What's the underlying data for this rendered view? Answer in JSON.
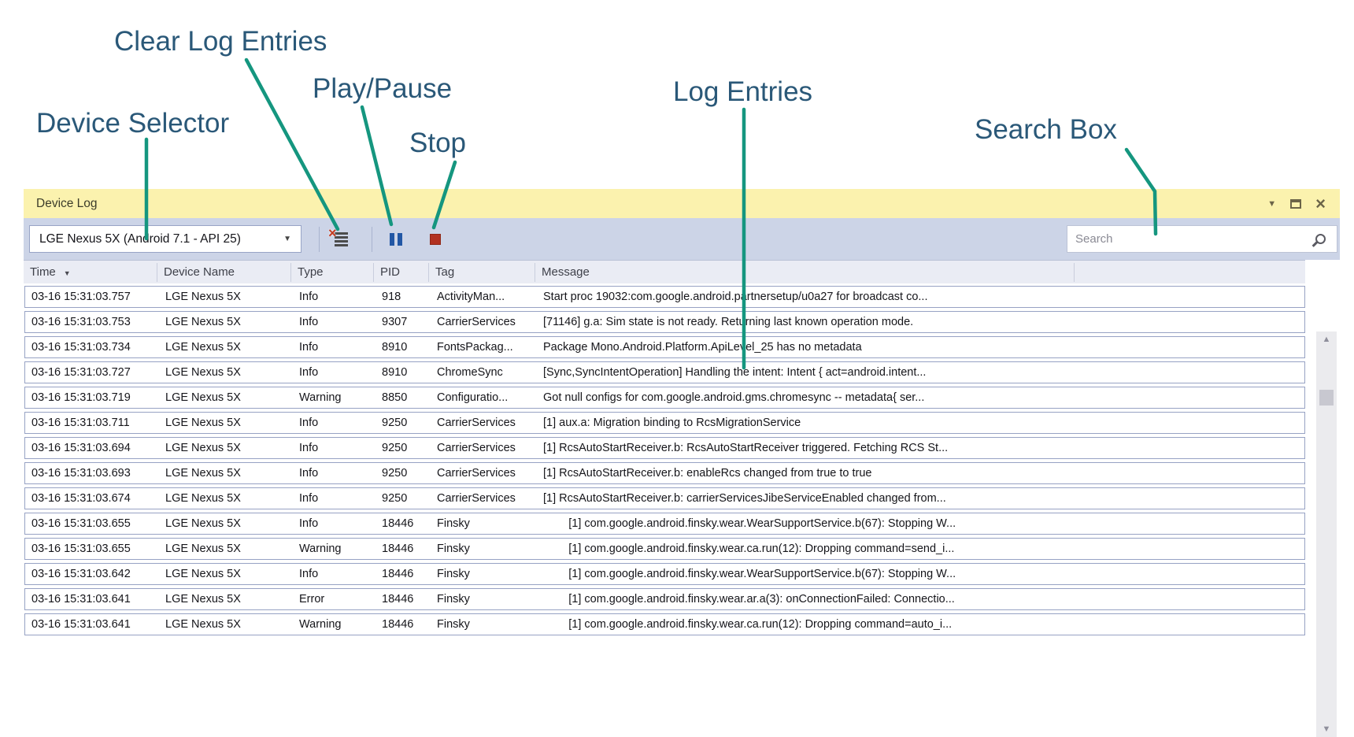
{
  "annotations": {
    "clear_log_entries": "Clear Log Entries",
    "play_pause": "Play/Pause",
    "device_selector": "Device Selector",
    "stop": "Stop",
    "log_entries": "Log Entries",
    "search_box": "Search Box"
  },
  "window": {
    "title": "Device Log",
    "controls": {
      "position_menu": "▼",
      "close": "×"
    }
  },
  "toolbar": {
    "device_selector": {
      "value": "LGE Nexus 5X (Android 7.1 - API 25)",
      "caret": "▼"
    },
    "search": {
      "placeholder": "Search"
    }
  },
  "icons": {
    "clear_log_icon": "list-with-red-x",
    "pause_icon": "two-blue-bars",
    "stop_icon": "red-square",
    "search_icon": "magnifier",
    "sort_desc": "▼",
    "scroll_up": "▲",
    "scroll_down": "▼"
  },
  "table": {
    "columns": [
      {
        "key": "time",
        "label": "Time",
        "sorted": "desc"
      },
      {
        "key": "device",
        "label": "Device Name"
      },
      {
        "key": "type",
        "label": "Type"
      },
      {
        "key": "pid",
        "label": "PID"
      },
      {
        "key": "tag",
        "label": "Tag"
      },
      {
        "key": "message",
        "label": "Message"
      }
    ],
    "rows": [
      {
        "time": "03-16 15:31:03.757",
        "device": "LGE Nexus 5X",
        "type": "Info",
        "pid": "918",
        "tag": "ActivityMan...",
        "message": "Start proc 19032:com.google.android.partnersetup/u0a27 for broadcast co..."
      },
      {
        "time": "03-16 15:31:03.753",
        "device": "LGE Nexus 5X",
        "type": "Info",
        "pid": "9307",
        "tag": "CarrierServices",
        "message": "[71146] g.a: Sim state is not ready. Returning last known operation mode."
      },
      {
        "time": "03-16 15:31:03.734",
        "device": "LGE Nexus 5X",
        "type": "Info",
        "pid": "8910",
        "tag": "FontsPackag...",
        "message": "Package Mono.Android.Platform.ApiLevel_25 has no metadata"
      },
      {
        "time": "03-16 15:31:03.727",
        "device": "LGE Nexus 5X",
        "type": "Info",
        "pid": "8910",
        "tag": "ChromeSync",
        "message": "[Sync,SyncIntentOperation] Handling the intent: Intent { act=android.intent..."
      },
      {
        "time": "03-16 15:31:03.719",
        "device": "LGE Nexus 5X",
        "type": "Warning",
        "pid": "8850",
        "tag": "Configuratio...",
        "message": "Got null configs for com.google.android.gms.chromesync -- metadata{ ser..."
      },
      {
        "time": "03-16 15:31:03.711",
        "device": "LGE Nexus 5X",
        "type": "Info",
        "pid": "9250",
        "tag": "CarrierServices",
        "message": "[1] aux.a: Migration binding to RcsMigrationService"
      },
      {
        "time": "03-16 15:31:03.694",
        "device": "LGE Nexus 5X",
        "type": "Info",
        "pid": "9250",
        "tag": "CarrierServices",
        "message": "[1] RcsAutoStartReceiver.b: RcsAutoStartReceiver triggered. Fetching RCS St..."
      },
      {
        "time": "03-16 15:31:03.693",
        "device": "LGE Nexus 5X",
        "type": "Info",
        "pid": "9250",
        "tag": "CarrierServices",
        "message": "[1] RcsAutoStartReceiver.b: enableRcs changed from true to true"
      },
      {
        "time": "03-16 15:31:03.674",
        "device": "LGE Nexus 5X",
        "type": "Info",
        "pid": "9250",
        "tag": "CarrierServices",
        "message": "[1] RcsAutoStartReceiver.b: carrierServicesJibeServiceEnabled changed from..."
      },
      {
        "time": "03-16 15:31:03.655",
        "device": "LGE Nexus 5X",
        "type": "Info",
        "pid": "18446",
        "tag": "Finsky",
        "message": "        [1] com.google.android.finsky.wear.WearSupportService.b(67): Stopping W..."
      },
      {
        "time": "03-16 15:31:03.655",
        "device": "LGE Nexus 5X",
        "type": "Warning",
        "pid": "18446",
        "tag": "Finsky",
        "message": "        [1] com.google.android.finsky.wear.ca.run(12): Dropping command=send_i..."
      },
      {
        "time": "03-16 15:31:03.642",
        "device": "LGE Nexus 5X",
        "type": "Info",
        "pid": "18446",
        "tag": "Finsky",
        "message": "        [1] com.google.android.finsky.wear.WearSupportService.b(67): Stopping W..."
      },
      {
        "time": "03-16 15:31:03.641",
        "device": "LGE Nexus 5X",
        "type": "Error",
        "pid": "18446",
        "tag": "Finsky",
        "message": "        [1] com.google.android.finsky.wear.ar.a(3): onConnectionFailed: Connectio..."
      },
      {
        "time": "03-16 15:31:03.641",
        "device": "LGE Nexus 5X",
        "type": "Warning",
        "pid": "18446",
        "tag": "Finsky",
        "message": "        [1] com.google.android.finsky.wear.ca.run(12): Dropping command=auto_i..."
      }
    ]
  },
  "colors": {
    "annotation_text": "#2a5878",
    "arrow": "#15967f",
    "titlebar_bg": "#fbf2ae",
    "toolbar_bg": "#ccd4e7",
    "header_bg": "#eaecf4",
    "row_border": "#97a2c4",
    "pause_blue": "#2257a5",
    "stop_red": "#b23121",
    "clear_red": "#c23b22",
    "icon_gray": "#4c4c4c"
  }
}
